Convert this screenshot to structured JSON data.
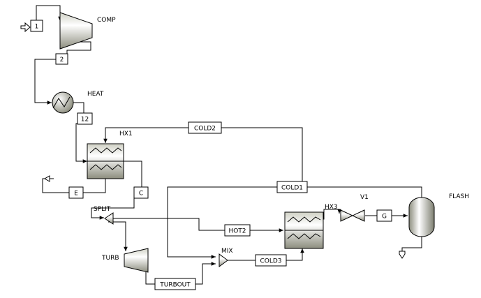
{
  "blocks": {
    "comp": "COMP",
    "heat": "HEAT",
    "hx1": "HX1",
    "split": "SPLIT",
    "turb": "TURB",
    "mix": "MIX",
    "hx3": "HX3",
    "v1": "V1",
    "flash": "FLASH"
  },
  "streams": {
    "s1": "1",
    "s2": "2",
    "s12": "12",
    "cold2": "COLD2",
    "e": "E",
    "c": "C",
    "cold1": "COLD1",
    "hot2": "HOT2",
    "g": "G",
    "cold3": "COLD3",
    "turbout": "TURBOUT"
  }
}
